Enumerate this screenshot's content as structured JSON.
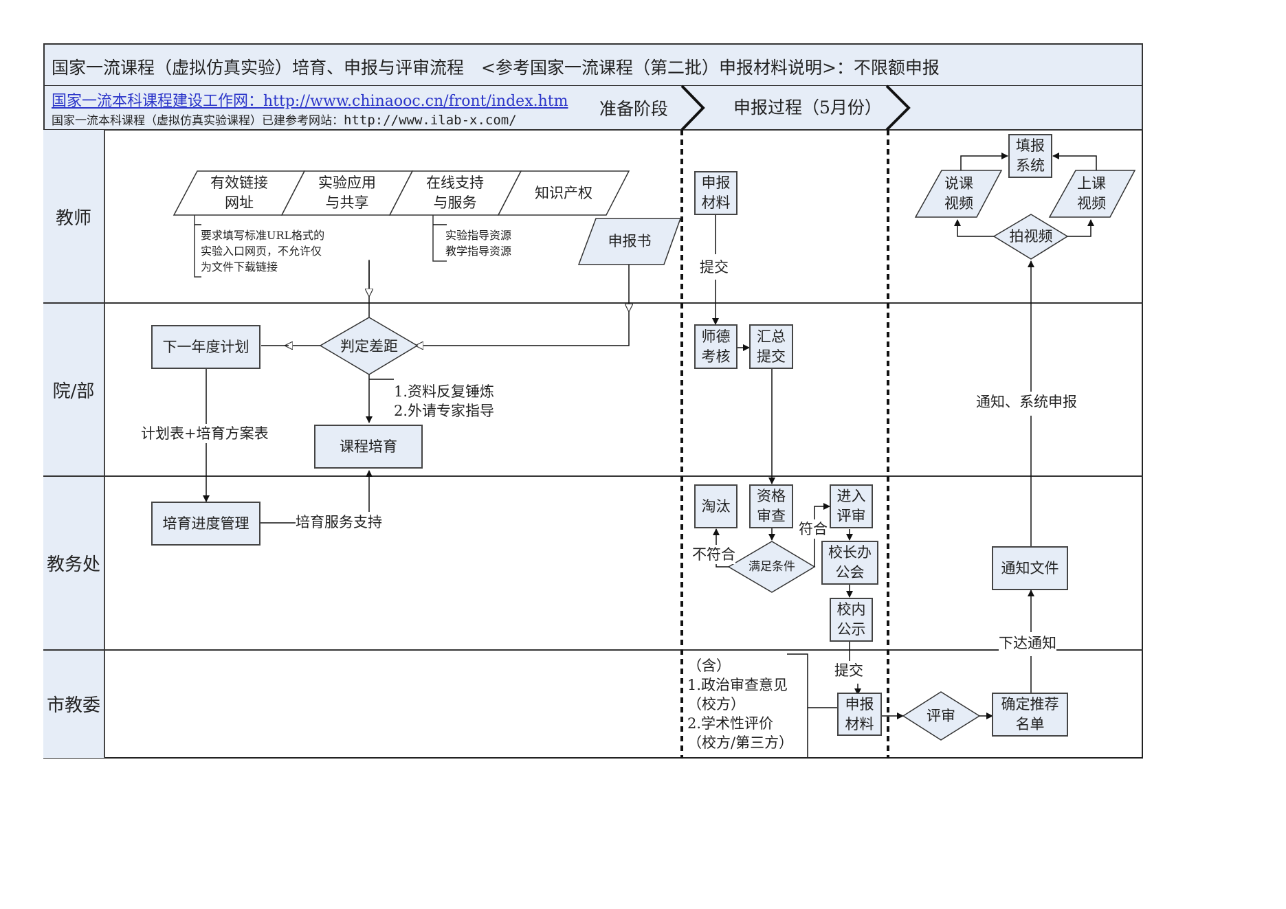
{
  "header": {
    "title": "国家一流课程（虚拟仿真实验）培育、申报与评审流程　<参考国家一流课程（第二批）申报材料说明>：不限额申报",
    "link_text": "国家一流本科课程建设工作网：http://www.chinaooc.cn/front/index.htm",
    "reference_prefix": "国家一流本科课程（虚拟仿真实验课程）已建参考网站：",
    "reference_url": "http://www.ilab-x.com/",
    "phases": [
      "准备阶段",
      "申报过程（5月份）"
    ]
  },
  "lanes": [
    "教师",
    "院/部",
    "教务处",
    "市教委"
  ],
  "teacher_lane": {
    "parallelograms": [
      {
        "line1": "有效链接",
        "line2": "网址"
      },
      {
        "line1": "实验应用",
        "line2": "与共享"
      },
      {
        "line1": "在线支持",
        "line2": "与服务"
      },
      {
        "line1": "知识产权",
        "line2": ""
      }
    ],
    "note_url": [
      "要求填写标准URL格式的",
      "实验入口网页，不允许仅",
      "为文件下载链接"
    ],
    "note_resources": [
      "实验指导资源",
      "教学指导资源"
    ],
    "application_doc": "申报书",
    "apply_material": {
      "line1": "申报",
      "line2": "材料"
    },
    "submit_label": "提交",
    "fill_system": {
      "line1": "填报",
      "line2": "系统"
    },
    "lecture_video": {
      "line1": "说课",
      "line2": "视频"
    },
    "class_video": {
      "line1": "上课",
      "line2": "视频"
    },
    "shoot_video": "拍视频"
  },
  "dept_lane": {
    "next_year_plan": "下一年度计划",
    "judge_gap": "判定差距",
    "gap_notes": [
      "1.资料反复锤炼",
      "2.外请专家指导"
    ],
    "course_cultivation": "课程培育",
    "plan_forms_label": "计划表+培育方案表",
    "ethics_review": {
      "line1": "师德",
      "line2": "考核"
    },
    "summary_submit": {
      "line1": "汇总",
      "line2": "提交"
    },
    "notify_label": "通知、系统申报"
  },
  "academic_affairs_lane": {
    "progress_mgmt": "培育进度管理",
    "service_support_label": "培育服务支持",
    "eliminate": "淘汰",
    "qualification_review": {
      "line1": "资格",
      "line2": "审查"
    },
    "conditions_met": "满足条件",
    "not_meet_label": "不符合",
    "meet_label": "符合",
    "enter_review": {
      "line1": "进入",
      "line2": "评审"
    },
    "president_meeting": {
      "line1": "校长办",
      "line2": "公会"
    },
    "campus_publicity": {
      "line1": "校内",
      "line2": "公示"
    },
    "notice_doc": "通知文件"
  },
  "municipal_lane": {
    "includes_notes": [
      "（含）",
      "1.政治审查意见",
      "（校方）",
      "2.学术性评价",
      "（校方/第三方）"
    ],
    "submit_label": "提交",
    "apply_material": {
      "line1": "申报",
      "line2": "材料"
    },
    "review": "评审",
    "recommend_list": {
      "line1": "确定推荐",
      "line2": "名单"
    },
    "issue_notice_label": "下达通知"
  },
  "colors": {
    "fill": "#e6edf7",
    "line": "#333333",
    "link": "#2b35c9"
  }
}
